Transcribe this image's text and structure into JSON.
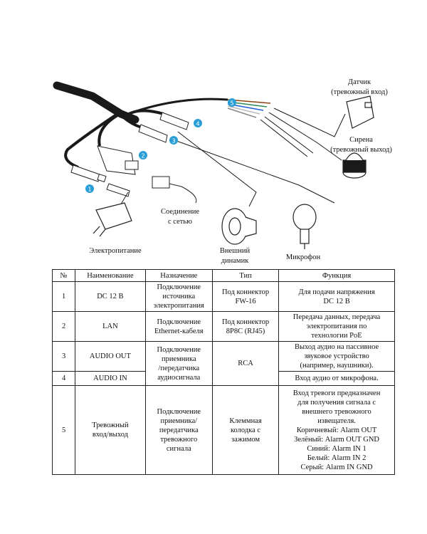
{
  "diagram": {
    "labels": {
      "sensor": [
        "Датчик",
        "(тревожный вход)"
      ],
      "siren": [
        "Сирена",
        "(тревожный выход)"
      ],
      "mains": [
        "Соединение",
        "с сетью"
      ],
      "power": "Электропитание",
      "speaker": [
        "Внешний",
        "динамик"
      ],
      "mic": "Микрофон"
    },
    "markers": [
      "1",
      "2",
      "3",
      "4",
      "5"
    ],
    "colors": {
      "marker": "#2a9fd6",
      "cable": "#1a1a1a",
      "wire_brown": "#8b4513",
      "wire_green": "#2e8b57",
      "wire_blue": "#1e5bd6",
      "wire_white": "#bbbbbb",
      "wire_gray": "#888888"
    }
  },
  "table": {
    "headers": [
      "№",
      "Наименование",
      "Назначение",
      "Тип",
      "Функция"
    ],
    "rows": [
      {
        "num": "1",
        "name": "DC 12 В",
        "purpose": [
          "Подключение",
          "источника",
          "электропитания"
        ],
        "type": [
          "Под коннектор",
          "FW-16"
        ],
        "function": [
          "Для подачи напряжения",
          "DC 12 В"
        ]
      },
      {
        "num": "2",
        "name": "LAN",
        "purpose": [
          "Подключение",
          "Ethernet-кабеля"
        ],
        "type": [
          "Под коннектор",
          "8P8C (RJ45)"
        ],
        "function": [
          "Передача данных, передача",
          "электропитания по",
          "технологии PoE"
        ]
      },
      {
        "num": "3",
        "name": "AUDIO OUT",
        "purpose": [
          "Подключение",
          "приемника",
          "/передатчика",
          "аудиосигнала"
        ],
        "type": [
          "RCA"
        ],
        "function": [
          "Выход аудио на пассивное",
          "звуковое устройство",
          "(например, наушники)."
        ]
      },
      {
        "num": "4",
        "name": "AUDIO IN",
        "function": [
          "Вход аудио от микрофона."
        ]
      },
      {
        "num": "5",
        "name": [
          "Тревожный",
          "вход/выход"
        ],
        "purpose": [
          "Подключение",
          "приемника/",
          "передатчика",
          "тревожного",
          "сигнала"
        ],
        "type": [
          "Клеммная",
          "колодка с",
          "зажимом"
        ],
        "function": [
          "Вход тревоги предназначен",
          "для получения сигнала с",
          "внешнего тревожного",
          "извещателя.",
          "Коричневый: Alarm OUT",
          "Зелёный: Alarm OUT GND",
          "Синий: Alarm IN 1",
          "Белый: Alarm IN 2",
          "Серый: Alarm IN GND"
        ]
      }
    ]
  }
}
